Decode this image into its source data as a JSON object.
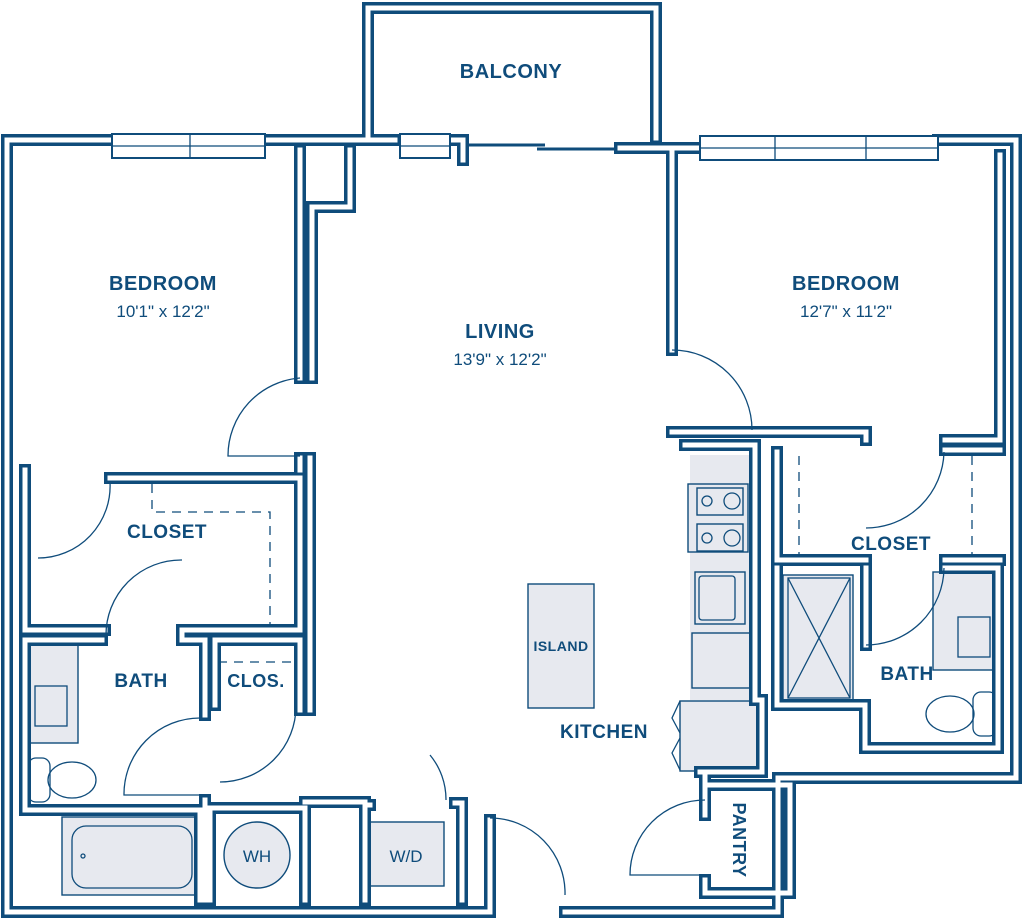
{
  "plan": {
    "rooms": {
      "balcony": {
        "name": "BALCONY"
      },
      "bedroom_left": {
        "name": "BEDROOM",
        "dims": "10'1\" x 12'2\""
      },
      "living": {
        "name": "LIVING",
        "dims": "13'9\" x 12'2\""
      },
      "bedroom_right": {
        "name": "BEDROOM",
        "dims": "12'7\" x 11'2\""
      },
      "closet_left": {
        "name": "CLOSET"
      },
      "bath_left": {
        "name": "BATH"
      },
      "clos": {
        "name": "CLOS."
      },
      "wh": {
        "name": "WH"
      },
      "wd": {
        "name": "W/D"
      },
      "island": {
        "name": "ISLAND"
      },
      "kitchen": {
        "name": "KITCHEN"
      },
      "closet_right": {
        "name": "CLOSET"
      },
      "bath_right": {
        "name": "BATH"
      },
      "pantry": {
        "name": "PANTRY"
      }
    },
    "colors": {
      "wall": "#0f4c7b",
      "fixture": "#e7e9ef"
    }
  }
}
